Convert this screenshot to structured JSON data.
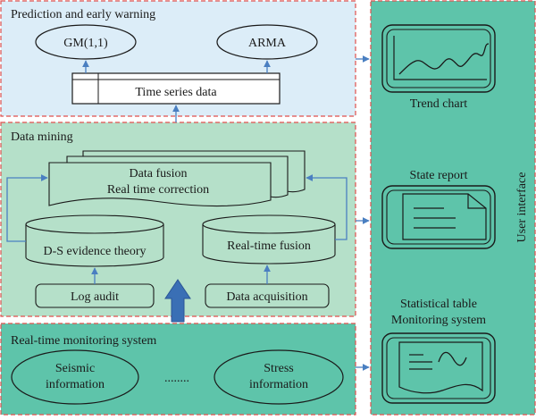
{
  "panels": {
    "prediction": {
      "title": "Prediction and early warning",
      "model_a": "GM(1,1)",
      "model_b": "ARMA",
      "series": "Time series data"
    },
    "mining": {
      "title": "Data mining",
      "fusion_line1": "Data fusion",
      "fusion_line2": "Real time correction",
      "ds_theory": "D-S evidence theory",
      "realtime_fusion": "Real-time fusion",
      "log_audit": "Log audit",
      "acquisition": "Data acquisition"
    },
    "monitoring": {
      "title": "Real-time monitoring system",
      "seismic_line1": "Seismic",
      "seismic_line2": "information",
      "ellipsis": "........",
      "stress_line1": "Stress",
      "stress_line2": "information"
    },
    "user_interface": {
      "label": "User interface",
      "trend_chart": "Trend chart",
      "state_report": "State report",
      "stat_line1": "Statistical table",
      "stat_line2": "Monitoring system"
    }
  },
  "colors": {
    "prediction_bg": "#dcedf8",
    "mining_bg": "#b5e0c9",
    "teal_bg": "#5ec4aa",
    "dashed_border": "#e0504d",
    "arrow_blue": "#4a7fc1",
    "big_arrow": "#3a6fb5"
  }
}
